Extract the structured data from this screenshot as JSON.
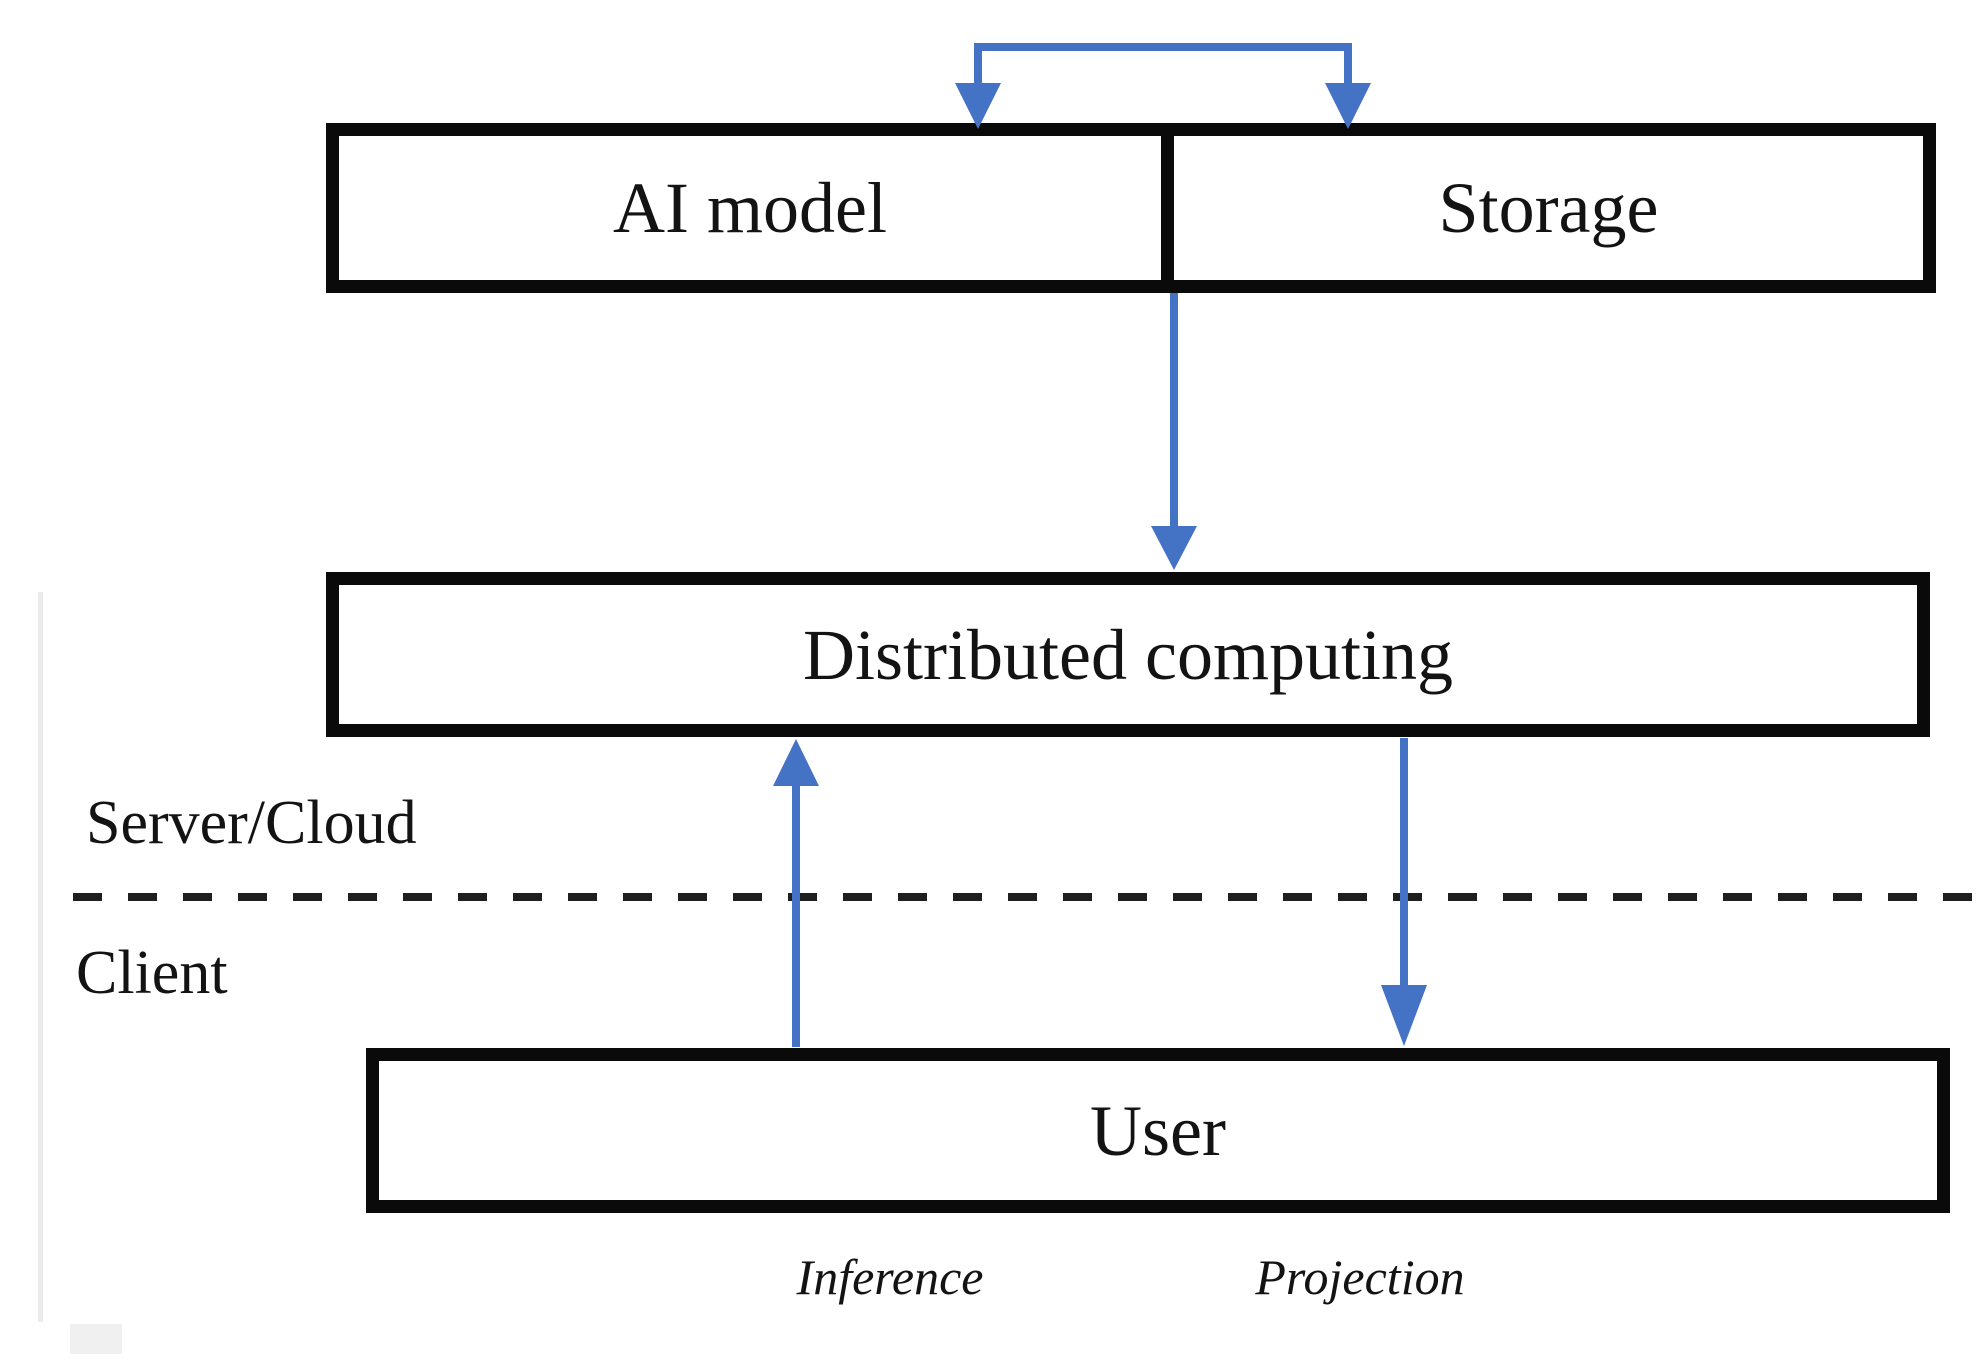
{
  "colors": {
    "arrow": "#4472c4",
    "border": "#0a0a0a",
    "text": "#131313",
    "dash": "#1f1f1f",
    "bg": "#ffffff",
    "artifact": "#ebebeb"
  },
  "nodes": {
    "ai_model": {
      "label": "AI model"
    },
    "storage": {
      "label": "Storage"
    },
    "distributed_computing": {
      "label": "Distributed computing"
    },
    "user": {
      "label": "User"
    }
  },
  "zones": {
    "server_cloud": {
      "label": "Server/Cloud"
    },
    "client": {
      "label": "Client"
    }
  },
  "edge_labels": {
    "inference": {
      "label": "Inference"
    },
    "projection": {
      "label": "Projection"
    }
  },
  "edges": [
    {
      "from": "ai_model",
      "to": "storage",
      "style": "loop-two-headed-down"
    },
    {
      "from": "ai_model_storage",
      "to": "distributed_computing",
      "style": "straight-down"
    },
    {
      "from": "user",
      "to": "distributed_computing",
      "style": "straight-up",
      "label": "Inference"
    },
    {
      "from": "distributed_computing",
      "to": "user",
      "style": "straight-down",
      "label": "Projection"
    }
  ]
}
